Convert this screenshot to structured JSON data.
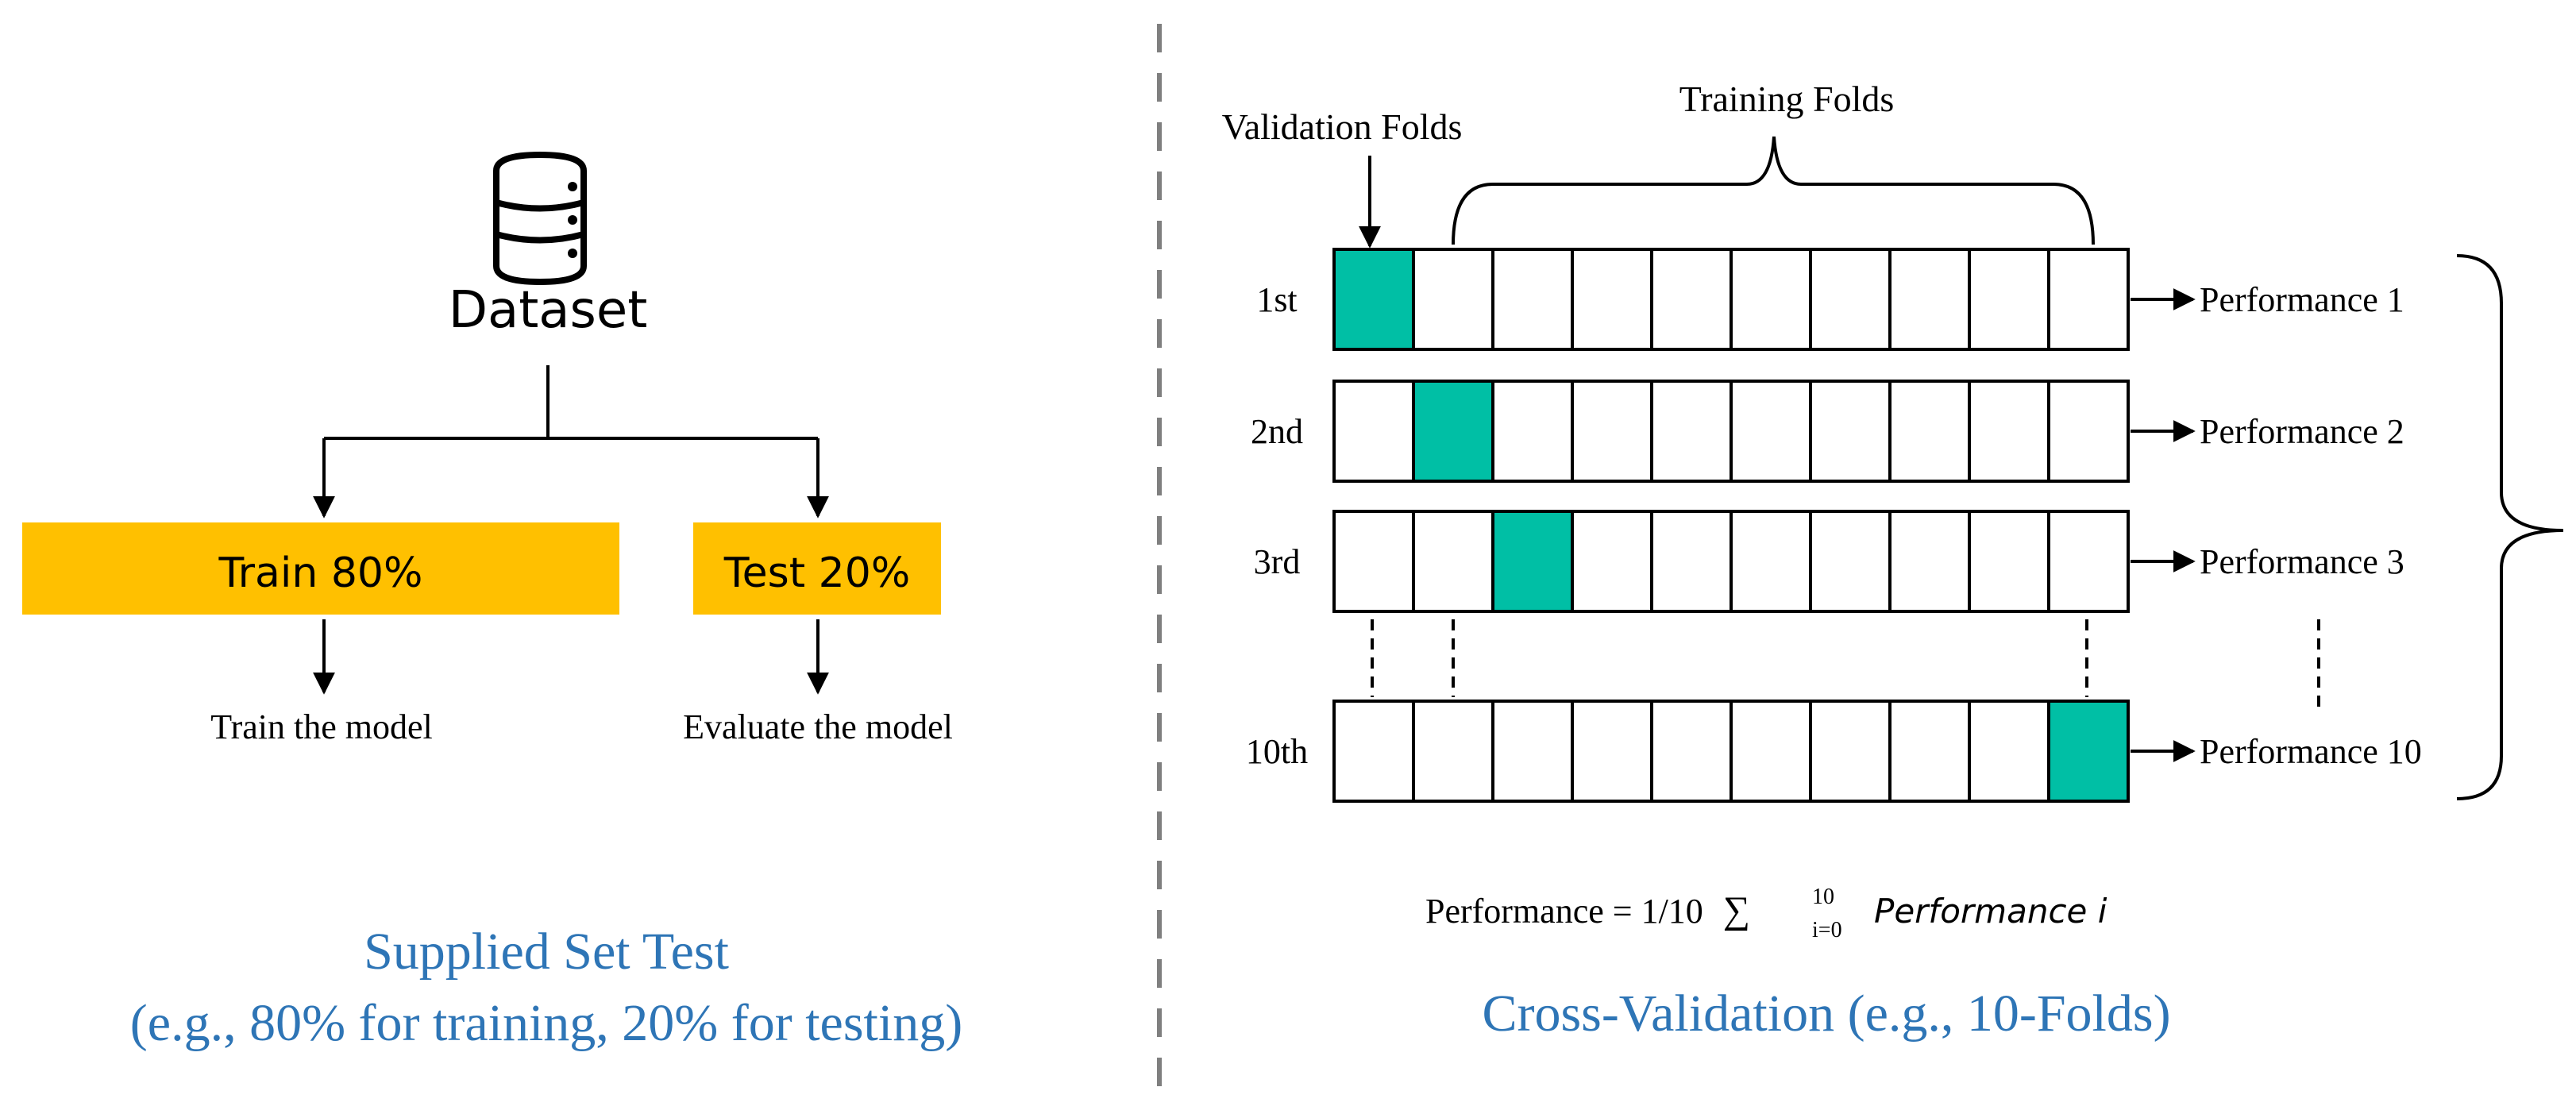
{
  "colors": {
    "bar_fill": "#FFC000",
    "validation_fold_fill": "#00BFA5",
    "caption_text": "#2E75B6",
    "line": "#000000"
  },
  "left": {
    "icon": "database-icon",
    "dataset_label": "Dataset",
    "train_label": "Train 80%",
    "test_label": "Test 20%",
    "train_action": "Train the model",
    "test_action": "Evaluate the model",
    "caption_line1": "Supplied Set Test",
    "caption_line2": "(e.g., 80% for training, 20% for testing)"
  },
  "right": {
    "validation_label": "Validation Folds",
    "training_label": "Training Folds",
    "rows": [
      {
        "label": "1st",
        "validation_index": 0,
        "performance": "Performance 1"
      },
      {
        "label": "2nd",
        "validation_index": 1,
        "performance": "Performance 2"
      },
      {
        "label": "3rd",
        "validation_index": 2,
        "performance": "Performance 3"
      },
      {
        "label": "10th",
        "validation_index": 9,
        "performance": "Performance 10"
      }
    ],
    "fold_count": 10,
    "formula_prefix": "Performance = 1/10",
    "formula_sum": "∑",
    "formula_sup": "10",
    "formula_sub": "i=0",
    "formula_term": "Performance i",
    "caption": "Cross-Validation (e.g., 10-Folds)"
  }
}
